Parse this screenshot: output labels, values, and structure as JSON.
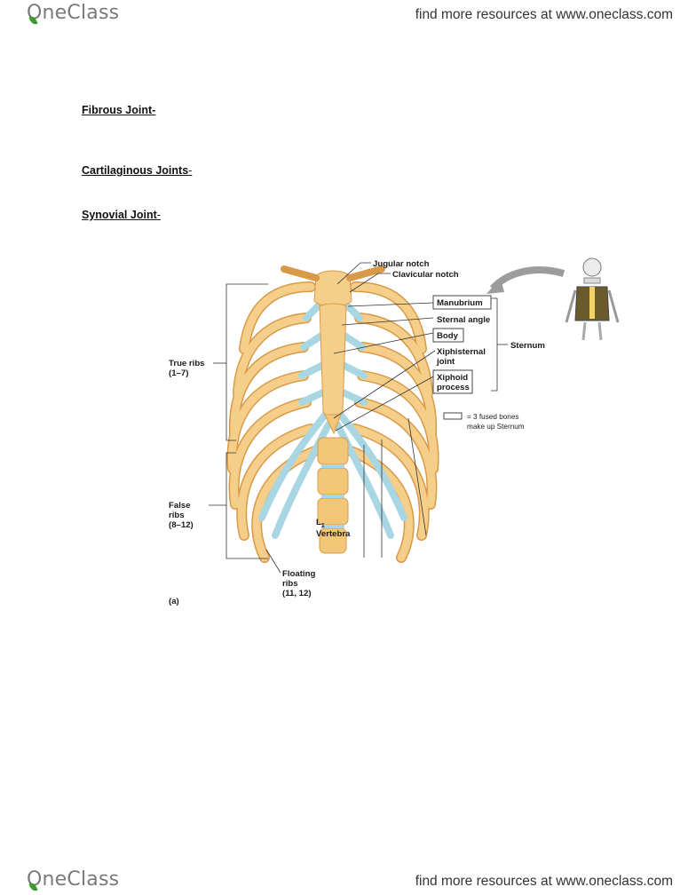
{
  "header": {
    "logo_text": "OneClass",
    "resources_text": "find more resources at www.oneclass.com"
  },
  "headings": [
    {
      "label": "Fibrous Joint-",
      "tail": ""
    },
    {
      "label": "Cartilaginous Joints",
      "tail": "-"
    },
    {
      "label": "Synovial Joint",
      "tail": "-"
    }
  ],
  "figure": {
    "labels": {
      "jugular_notch": "Jugular notch",
      "clavicular_notch": "Clavicular notch",
      "manubrium": "Manubrium",
      "sternal_angle": "Sternal angle",
      "body": "Body",
      "xiphisternal_1": "Xiphisternal",
      "xiphisternal_2": "joint",
      "xiphoid_1": "Xiphoid",
      "xiphoid_2": "process",
      "sternum": "Sternum",
      "legend_1": "= 3 fused bones",
      "legend_2": "make up Sternum",
      "true_ribs_1": "True ribs",
      "true_ribs_2": "(1–7)",
      "false_ribs_1": "False",
      "false_ribs_2": "ribs",
      "false_ribs_3": "(8–12)",
      "l1_main": "L",
      "l1_sub": "1",
      "vertebra": "Vertebra",
      "floating_1": "Floating",
      "floating_2": "ribs",
      "floating_3": "(11, 12)",
      "panel": "(a)"
    },
    "colors": {
      "bone": "#f3c77a",
      "bone_dark": "#d89a45",
      "cartilage": "#a9d6e3",
      "line": "#333333"
    }
  },
  "footer": {
    "logo_text": "OneClass",
    "resources_text": "find more resources at www.oneclass.com"
  }
}
